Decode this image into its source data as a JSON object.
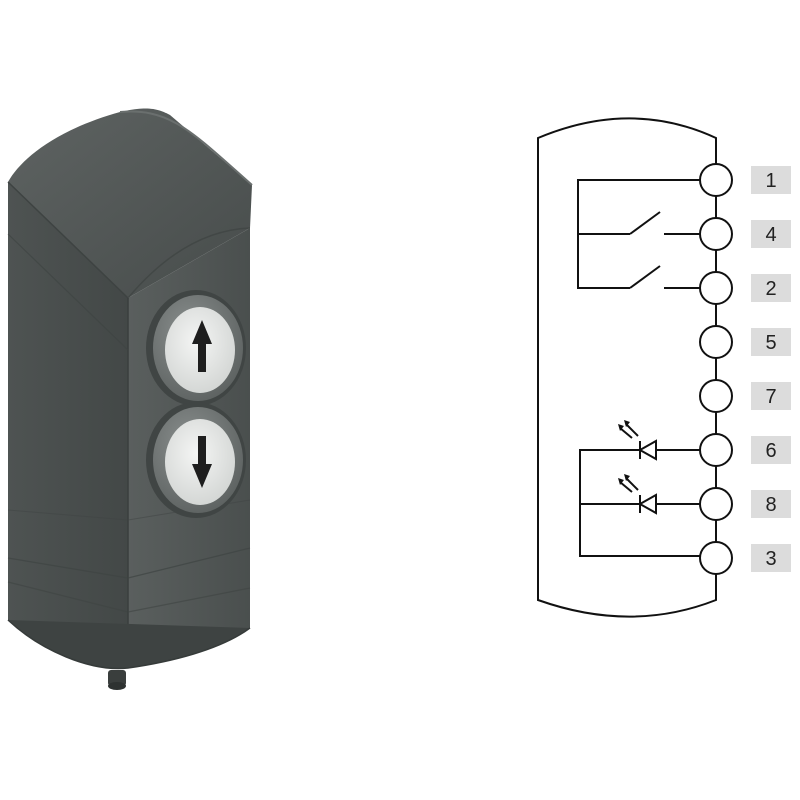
{
  "device": {
    "buttons": [
      {
        "name": "up",
        "icon": "arrow-up-icon"
      },
      {
        "name": "down",
        "icon": "arrow-down-icon"
      }
    ],
    "colors": {
      "housing": "#4e5352",
      "button": "#e6e8e6",
      "bezel": "#6b706f"
    }
  },
  "diagram": {
    "pins": [
      "1",
      "4",
      "2",
      "5",
      "7",
      "6",
      "8",
      "3"
    ],
    "label_bg": "#dcdcdc",
    "components": [
      "switch-up-icon",
      "switch-down-icon",
      "led-upper-icon",
      "led-lower-icon"
    ]
  }
}
